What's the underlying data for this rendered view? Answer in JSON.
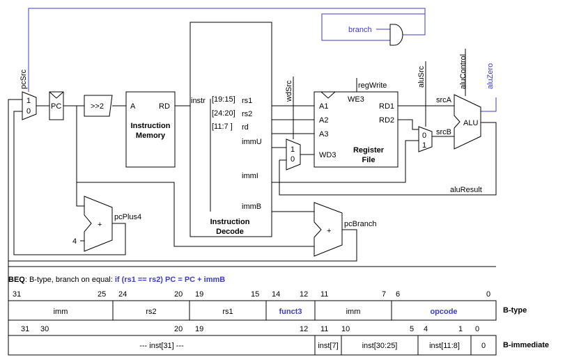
{
  "colors": {
    "accent_blue": "#3a3ad4",
    "line": "#000000",
    "background": "#ffffff"
  },
  "signals": {
    "pcSrc": "pcSrc",
    "branch": "branch",
    "wdSrc": "wdSrc",
    "aluSrc": "aluSrc",
    "aluControl": "aluControl",
    "aluZero": "aluZero",
    "regWrite": "regWrite",
    "instr": "instr",
    "srcA": "srcA",
    "srcB": "srcB",
    "immU": "immU",
    "immI": "immI",
    "immB": "immB",
    "aluResult": "aluResult",
    "pcPlus4": "pcPlus4",
    "pcBranch": "pcBranch",
    "const4": "4"
  },
  "blocks": {
    "pc": "PC",
    "shift": ">>2",
    "imem_a": "A",
    "imem_rd": "RD",
    "imem_name1": "Instruction",
    "imem_name2": "Memory",
    "decode_name1": "Instruction",
    "decode_name2": "Decode",
    "rf_a1": "A1",
    "rf_a2": "A2",
    "rf_a3": "A3",
    "rf_wd3": "WD3",
    "rf_we3": "WE3",
    "rf_rd1": "RD1",
    "rf_rd2": "RD2",
    "rf_name1": "Register",
    "rf_name2": "File",
    "alu": "ALU",
    "adder": "+"
  },
  "decode_fields": [
    {
      "bits": "[19:15]",
      "name": "rs1"
    },
    {
      "bits": "[24:20]",
      "name": "rs2"
    },
    {
      "bits": "[11:7  ]",
      "name": "rd"
    }
  ],
  "mux_labels": {
    "one": "1",
    "zero": "0"
  },
  "instruction": {
    "mnemonic": "BEQ",
    "type_text": ": B-type, branch on equal: ",
    "semantics": "if (rs1 == rs2) PC =  PC + immB"
  },
  "btype": {
    "label": "B-type",
    "bit_labels": [
      "31",
      "25",
      "24",
      "20",
      "19",
      "15",
      "14",
      "12",
      "11",
      "7",
      "6",
      "0"
    ],
    "fields": [
      {
        "name": "imm",
        "highlight": false
      },
      {
        "name": "rs2",
        "highlight": false
      },
      {
        "name": "rs1",
        "highlight": false
      },
      {
        "name": "funct3",
        "highlight": true
      },
      {
        "name": "imm",
        "highlight": false
      },
      {
        "name": "opcode",
        "highlight": true
      }
    ]
  },
  "bimm": {
    "label": "B-immediate",
    "bit_labels": [
      "31",
      "30",
      "20",
      "19",
      "12",
      "11",
      "10",
      "5",
      "4",
      "1",
      "0"
    ],
    "fields": [
      {
        "name": "--- inst[31] ---"
      },
      {
        "name": "inst[7]"
      },
      {
        "name": "inst[30:25]"
      },
      {
        "name": "inst[11:8]"
      },
      {
        "name": "0"
      }
    ]
  }
}
